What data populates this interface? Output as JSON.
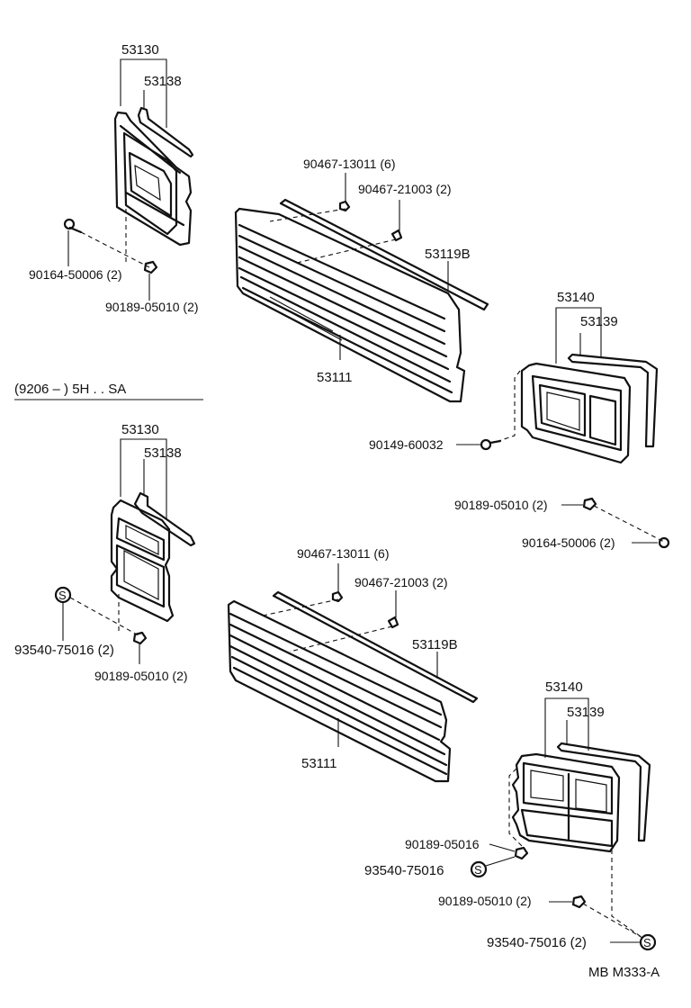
{
  "section_label": "(9206 –        ) 5H . . SA",
  "code": "MB M333-A",
  "upper": {
    "frame_left": "53130",
    "seal_left": "53138",
    "clip_a": "90467-13011 (6)",
    "clip_b": "90467-21003 (2)",
    "moulding": "53119B",
    "grille": "53111",
    "frame_right": "53140",
    "seal_right": "53139",
    "screw_left": "90164-50006 (2)",
    "nut_left": "90189-05010 (2)",
    "bolt_right": "90149-60032",
    "nut_right": "90189-05010 (2)",
    "screw_right": "90164-50006 (2)"
  },
  "lower": {
    "frame_left": "53130",
    "seal_left": "53138",
    "clip_a": "90467-13011 (6)",
    "clip_b": "90467-21003 (2)",
    "moulding": "53119B",
    "grille": "53111",
    "frame_right": "53140",
    "seal_right": "53139",
    "fastener_left": "93540-75016 (2)",
    "nut_left": "90189-05010 (2)",
    "nut_right_a": "90189-05016",
    "fastener_right_a": "93540-75016",
    "nut_right_b": "90189-05010 (2)",
    "fastener_right_b": "93540-75016 (2)"
  }
}
